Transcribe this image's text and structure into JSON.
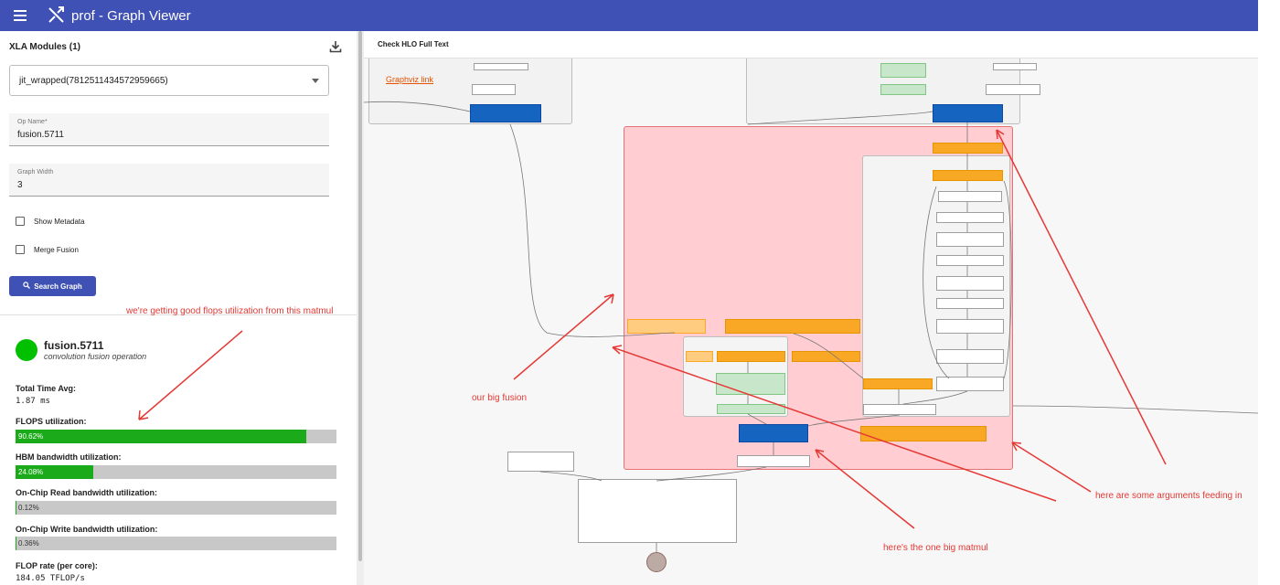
{
  "app": {
    "title": "prof - Graph Viewer"
  },
  "left": {
    "modules_header": "XLA Modules (1)",
    "module_select": "jit_wrapped(7812511434572959665)",
    "op_name_label": "Op Name*",
    "op_name_value": "fusion.5711",
    "graph_width_label": "Graph Width",
    "graph_width_value": "3",
    "show_metadata": "Show Metadata",
    "merge_fusion": "Merge Fusion",
    "search_button": "Search Graph"
  },
  "op": {
    "name": "fusion.5711",
    "description": "convolution fusion operation",
    "status_color": "#00c000",
    "total_time_label": "Total Time Avg:",
    "total_time_value": "1.87 ms",
    "flops_label": "FLOPS utilization:",
    "flops_value": "90.62%",
    "flops_fraction": 0.9062,
    "hbm_label": "HBM bandwidth utilization:",
    "hbm_value": "24.08%",
    "hbm_fraction": 0.2408,
    "onchip_read_label": "On-Chip Read bandwidth utilization:",
    "onchip_read_value": "0.12%",
    "onchip_read_fraction": 0.0012,
    "onchip_write_label": "On-Chip Write bandwidth utilization:",
    "onchip_write_value": "0.36%",
    "onchip_write_fraction": 0.0036,
    "flop_rate_label": "FLOP rate (per core):",
    "flop_rate_value": "184.05 TFLOP/s"
  },
  "right": {
    "header": "Check HLO Full Text",
    "graphviz_link": "Graphviz link"
  },
  "annotations": {
    "flops_note": "we're getting good flops utilization from this matmul",
    "big_fusion": "our big fusion",
    "big_matmul": "here's the one big matmul",
    "arguments": "here are some arguments feeding in"
  },
  "colors": {
    "appbar": "#3f51b5",
    "bar_fill": "#1aaa1a",
    "annotation": "#e53935",
    "fusion_cluster": "#ffcdd2"
  }
}
